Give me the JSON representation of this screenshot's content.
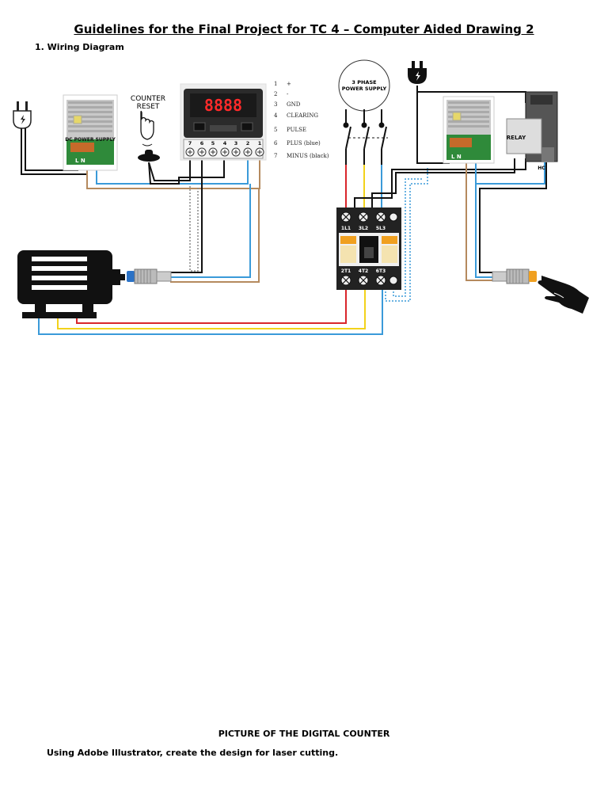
{
  "document": {
    "title": "Guidelines for the Final Project for TC 4 – Computer Aided Drawing 2",
    "section_1": "1. Wiring Diagram",
    "picture_caption": "PICTURE OF THE DIGITAL COUNTER",
    "instruction": "Using Adobe Illustrator, create the design for laser cutting."
  },
  "diagram": {
    "counter_reset_line1": "COUNTER",
    "counter_reset_line2": "RESET",
    "display_value": "8888",
    "dc_power_supply_label": "DC POWER SUPPLY",
    "three_phase_line1": "3 PHASE",
    "three_phase_line2": "POWER SUPPLY",
    "relay_label": "RELAY",
    "relay_terminal": "HC",
    "terminal_numbers": [
      "7",
      "6",
      "5",
      "4",
      "3",
      "2",
      "1"
    ],
    "legend": [
      {
        "num": "1",
        "text": "+"
      },
      {
        "num": "2",
        "text": "-"
      },
      {
        "num": "3",
        "text": "GND"
      },
      {
        "num": "4",
        "text": "CLEARING"
      },
      {
        "num": "5",
        "text": "PULSE"
      },
      {
        "num": "6",
        "text": "PLUS (blue)"
      },
      {
        "num": "7",
        "text": "MINUS (black)"
      }
    ],
    "contactor_top_labels": [
      "1L1",
      "3L2",
      "5L3"
    ],
    "contactor_bottom_labels": [
      "2T1",
      "4T2",
      "6T3"
    ],
    "psu_terminals": "L N",
    "colors": {
      "red": "#d9262b",
      "yellow": "#f2d21b",
      "blue": "#3a9ad9",
      "brown": "#b58a5e",
      "black": "#111111",
      "display_digits": "#ff2a2a"
    }
  }
}
